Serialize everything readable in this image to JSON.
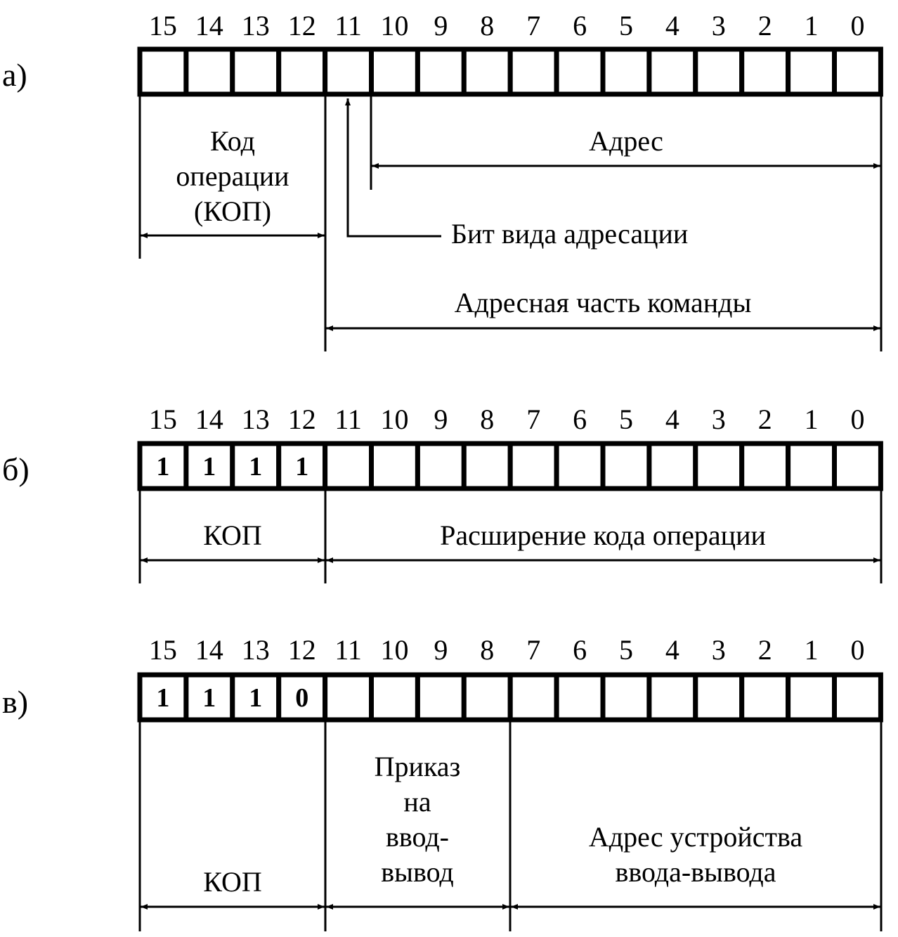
{
  "bit_numbers": [
    "15",
    "14",
    "13",
    "12",
    "11",
    "10",
    "9",
    "8",
    "7",
    "6",
    "5",
    "4",
    "3",
    "2",
    "1",
    "0"
  ],
  "panels": [
    {
      "label": "а)",
      "values": [
        "",
        "",
        "",
        "",
        "",
        "",
        "",
        "",
        "",
        "",
        "",
        "",
        "",
        "",
        "",
        ""
      ],
      "fields": {
        "op_code": [
          "Код",
          "операции",
          "(КОП)"
        ],
        "address": "Адрес",
        "addressing_bit": "Бит вида адресации",
        "address_part": "Адресная часть команды"
      }
    },
    {
      "label": "б)",
      "values": [
        "1",
        "1",
        "1",
        "1",
        "",
        "",
        "",
        "",
        "",
        "",
        "",
        "",
        "",
        "",
        "",
        ""
      ],
      "fields": {
        "op_code": "КОП",
        "extension": "Расширение кода операции"
      }
    },
    {
      "label": "в)",
      "values": [
        "1",
        "1",
        "1",
        "0",
        "",
        "",
        "",
        "",
        "",
        "",
        "",
        "",
        "",
        "",
        "",
        ""
      ],
      "fields": {
        "op_code": "КОП",
        "io_command": [
          "Приказ",
          "на",
          "ввод-",
          "вывод"
        ],
        "device_address": [
          "Адрес устройства",
          "ввода-вывода"
        ]
      }
    }
  ]
}
